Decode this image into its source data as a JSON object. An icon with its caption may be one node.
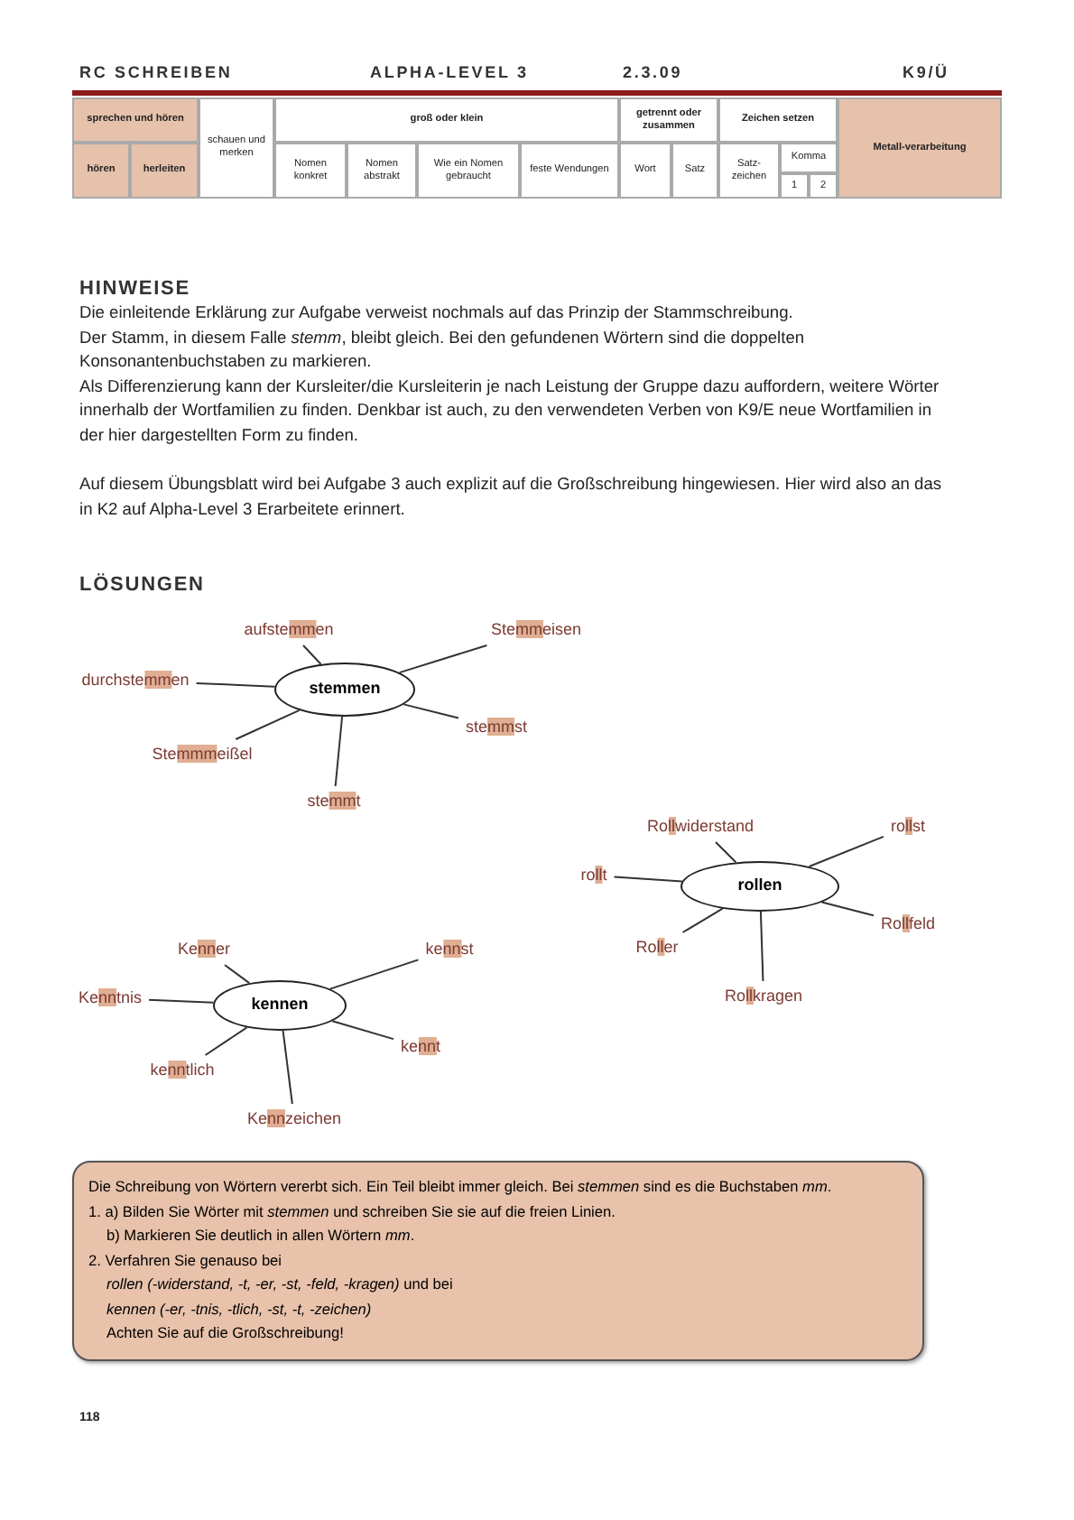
{
  "diagram": {
    "nodes": [
      {
        "text": [
          "stemmen"
        ]
      },
      {
        "text": [
          "aufstemmen"
        ]
      },
      {
        "text": [
          "Stemmeisen"
        ]
      },
      {
        "text": [
          "durchstemmen"
        ]
      },
      {
        "text": [
          "stemmst"
        ]
      },
      {
        "text": [
          "Stemmmeißel"
        ]
      },
      {
        "text": [
          "stemmt"
        ]
      },
      {
        "text": [
          "rollen"
        ]
      },
      {
        "text": [
          "Rollwiderstand"
        ]
      },
      {
        "text": [
          "rollst"
        ]
      },
      {
        "text": [
          "rollt"
        ]
      },
      {
        "text": [
          "Rollfeld"
        ]
      },
      {
        "text": [
          "Roller"
        ]
      },
      {
        "text": [
          "Rollkragen"
        ]
      },
      {
        "text": [
          "kennen"
        ]
      },
      {
        "text": [
          "Kenner"
        ]
      },
      {
        "text": [
          "kennst"
        ]
      },
      {
        "text": [
          "Kenntnis"
        ]
      },
      {
        "text": [
          "kennt"
        ]
      },
      {
        "text": [
          "kenntlich"
        ]
      },
      {
        "text": [
          "Kennzeichen"
        ]
      },
      {
        "text": [
          "Die Schreibung von Wörtern vererbt sich. Ein Teil bleibt immer gleich. Bei *stemmen* sind es die Buchstaben *mm*.",
          "1. a) Bilden Sie Wörter mit *stemmen* und schreiben Sie sie auf die freien Linien.",
          "b) Markieren Sie deutlich in allen Wörtern *mm*.",
          "2. Verfahren Sie genauso bei",
          "*rollen (-widerstand, -t, -er, -st, -feld, -kragen)* und bei",
          "*kennen (-er, -tnis, -tlich, -st, -t, -zeichen)*",
          "Achten Sie auf die Großschreibung!"
        ]
      }
    ],
    "edges": [
      {
        "from": 0,
        "to": 1,
        "arrow": "none"
      },
      {
        "from": 0,
        "to": 2,
        "arrow": "none"
      },
      {
        "from": 0,
        "to": 3,
        "arrow": "none"
      },
      {
        "from": 0,
        "to": 4,
        "arrow": "none"
      },
      {
        "from": 0,
        "to": 5,
        "arrow": "none"
      },
      {
        "from": 0,
        "to": 6,
        "arrow": "none"
      },
      {
        "from": 7,
        "to": 8,
        "arrow": "none"
      },
      {
        "from": 7,
        "to": 9,
        "arrow": "none"
      },
      {
        "from": 7,
        "to": 10,
        "arrow": "none"
      },
      {
        "from": 7,
        "to": 11,
        "arrow": "none"
      },
      {
        "from": 7,
        "to": 12,
        "arrow": "none"
      },
      {
        "from": 7,
        "to": 13,
        "arrow": "none"
      },
      {
        "from": 14,
        "to": 15,
        "arrow": "none"
      },
      {
        "from": 14,
        "to": 16,
        "arrow": "none"
      },
      {
        "from": 14,
        "to": 17,
        "arrow": "none"
      },
      {
        "from": 14,
        "to": 18,
        "arrow": "none"
      },
      {
        "from": 14,
        "to": 19,
        "arrow": "none"
      },
      {
        "from": 14,
        "to": 20,
        "arrow": "none"
      }
    ],
    "labels": [
      "RC SCHREIBEN",
      "ALPHA-LEVEL 3",
      "2.3.09",
      "K9/Ü",
      "sprechen und hören",
      "schauen und merken",
      "groß oder klein",
      "getrennt oder zusammen",
      "Zeichen setzen",
      "Metall-verarbeitung",
      "hören",
      "herleiten",
      "Nomen konkret",
      "Nomen abstrakt",
      "Wie ein Nomen gebraucht",
      "feste Wendungen",
      "Wort",
      "Satz",
      "Satz-zeichen",
      "Komma",
      "1",
      "2",
      "HINWEISE",
      "Die einleitende Erklärung zur Aufgabe verweist nochmals auf das Prinzip der Stammschreibung.",
      "Der Stamm, in diesem Falle *stemm*, bleibt gleich. Bei den gefundenen Wörtern sind die doppelten Konsonantenbuchstaben zu markieren.",
      "Als Differenzierung kann der Kursleiter/die Kursleiterin je nach Leistung der Gruppe dazu auffordern, weitere Wörter innerhalb der Wortfamilien zu finden. Denkbar ist auch, zu den verwendeten Verben von K9/E neue Wortfamilien in der hier dargestellten Form zu finden.",
      "Auf diesem Übungsblatt wird bei Aufgabe 3 auch explizit auf die Großschreibung hingewiesen. Hier wird also an das in K2 auf Alpha-Level 3 Erarbeitete erinnert.",
      "LÖSUNGEN",
      "118"
    ]
  }
}
